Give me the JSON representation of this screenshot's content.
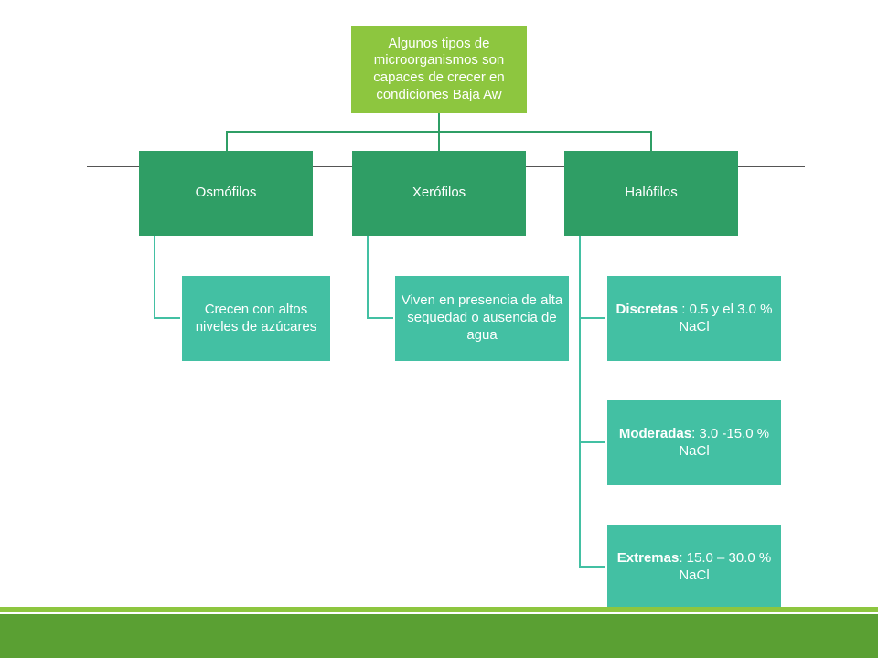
{
  "root": {
    "text": "Algunos tipos de microorganismos son capaces de crecer en condiciones Baja Aw"
  },
  "categories": [
    {
      "label": "Osmófilos",
      "children": [
        {
          "text": "Crecen con altos niveles de azúcares"
        }
      ]
    },
    {
      "label": "Xerófilos",
      "children": [
        {
          "text": "Viven en presencia de alta sequedad o ausencia de agua"
        }
      ]
    },
    {
      "label": "Halófilos",
      "children": [
        {
          "bold": "Discretas",
          "rest": " : 0.5 y el 3.0 % NaCl"
        },
        {
          "bold": "Moderadas",
          "rest": ": 3.0 -15.0 % NaCl"
        },
        {
          "bold": "Extremas",
          "rest": ": 15.0 – 30.0 % NaCl"
        }
      ]
    }
  ],
  "colors": {
    "root": "#8dc63f",
    "level1": "#2f9e65",
    "level2": "#43c0a3",
    "bottom_bar_light": "#8dc63f",
    "bottom_bar_dark": "#5aa033"
  }
}
